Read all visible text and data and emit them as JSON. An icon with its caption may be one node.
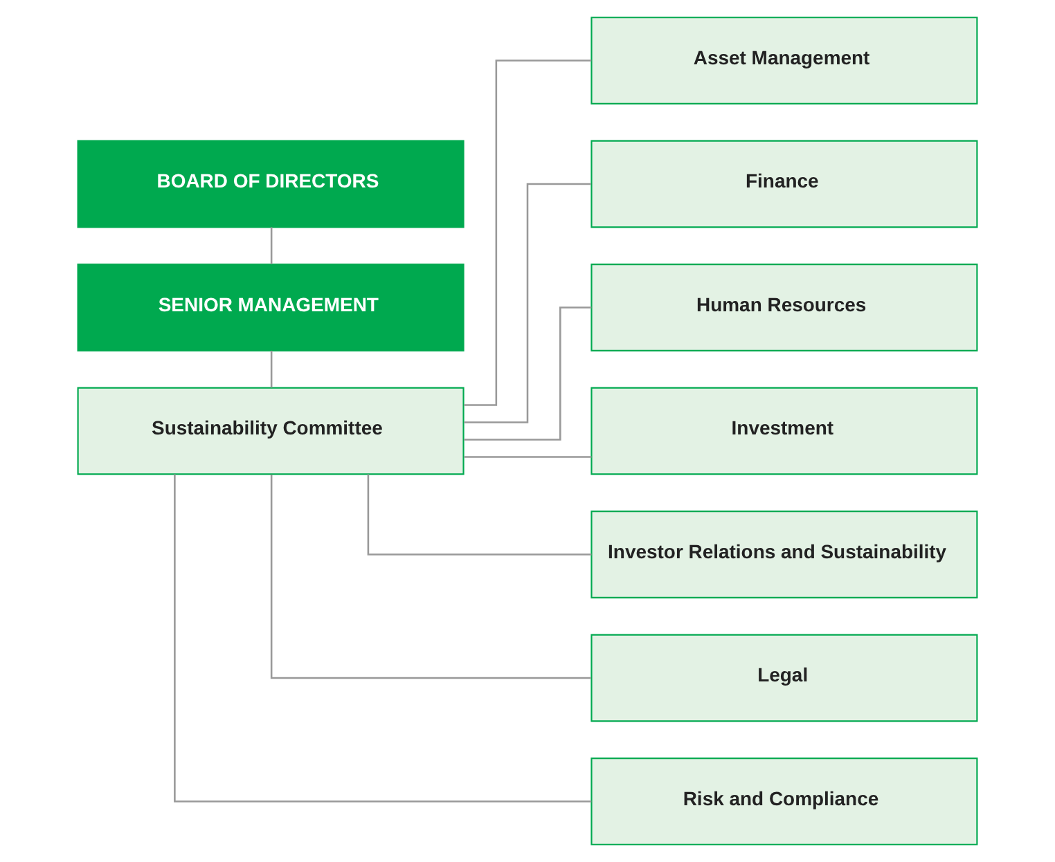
{
  "diagram": {
    "nodes": [
      {
        "text": [
          "BOARD OF DIRECTORS"
        ]
      },
      {
        "text": [
          "SENIOR MANAGEMENT"
        ]
      },
      {
        "text": [
          "Sustainability Committee"
        ]
      },
      {
        "text": [
          "Asset Management"
        ]
      },
      {
        "text": [
          "Finance"
        ]
      },
      {
        "text": [
          "Human Resources"
        ]
      },
      {
        "text": [
          "Investment"
        ]
      },
      {
        "text": [
          "Investor Relations and Sustainability"
        ]
      },
      {
        "text": [
          "Legal"
        ]
      },
      {
        "text": [
          "Risk and Compliance"
        ]
      }
    ],
    "edges": [
      {
        "from": 0,
        "to": 1,
        "arrow": "none"
      },
      {
        "from": 1,
        "to": 2,
        "arrow": "none"
      },
      {
        "from": 2,
        "to": 3,
        "arrow": "none"
      },
      {
        "from": 2,
        "to": 4,
        "arrow": "none"
      },
      {
        "from": 2,
        "to": 5,
        "arrow": "none"
      },
      {
        "from": 2,
        "to": 6,
        "arrow": "none"
      },
      {
        "from": 2,
        "to": 7,
        "arrow": "none"
      },
      {
        "from": 2,
        "to": 8,
        "arrow": "none"
      },
      {
        "from": 2,
        "to": 9,
        "arrow": "none"
      }
    ]
  }
}
